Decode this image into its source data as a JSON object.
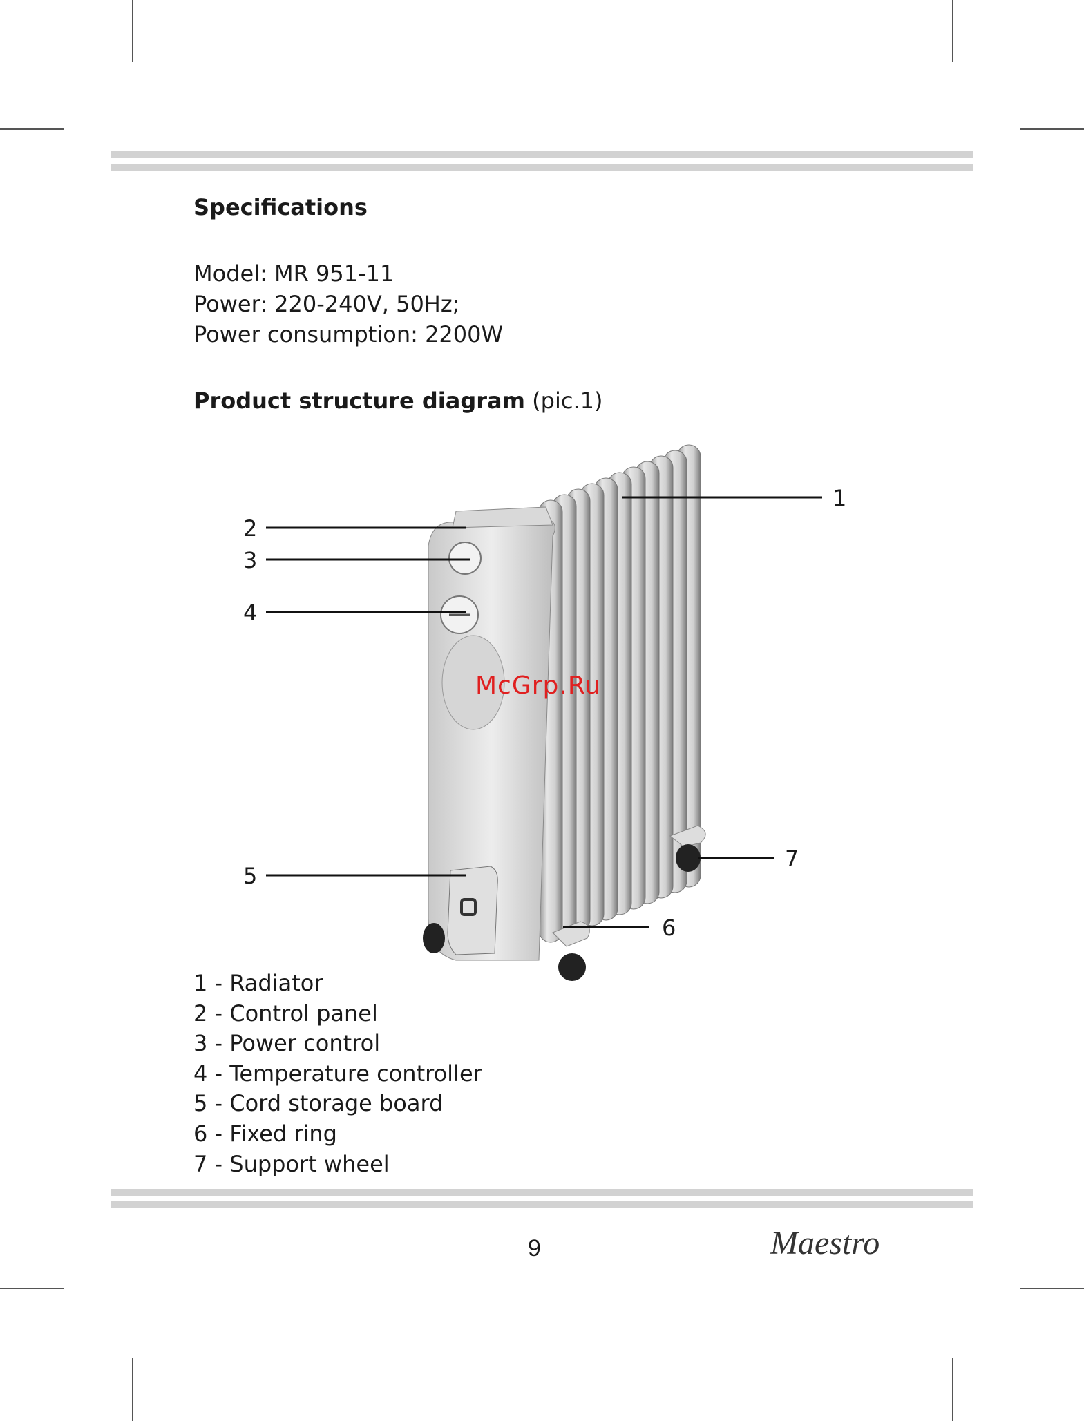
{
  "specifications": {
    "heading": "Specifications",
    "model": "Model:  MR 951-11",
    "power": "Power: 220-240V, 50Hz;",
    "consumption": "Power consumption: 2200W"
  },
  "diagram_section": {
    "heading_bold": "Product structure diagram",
    "heading_plain": " (pic.1)"
  },
  "callouts": [
    "1",
    "2",
    "3",
    "4",
    "5",
    "6",
    "7"
  ],
  "legend": [
    "1 - Radiator",
    "2 - Control panel",
    "3 - Power control",
    "4 - Temperature controller",
    "5 - Cord storage board",
    "6 - Fixed ring",
    "7 - Support wheel"
  ],
  "footer": {
    "page_number": "9",
    "brand": "Maestro"
  },
  "watermark": "McGrp.Ru"
}
